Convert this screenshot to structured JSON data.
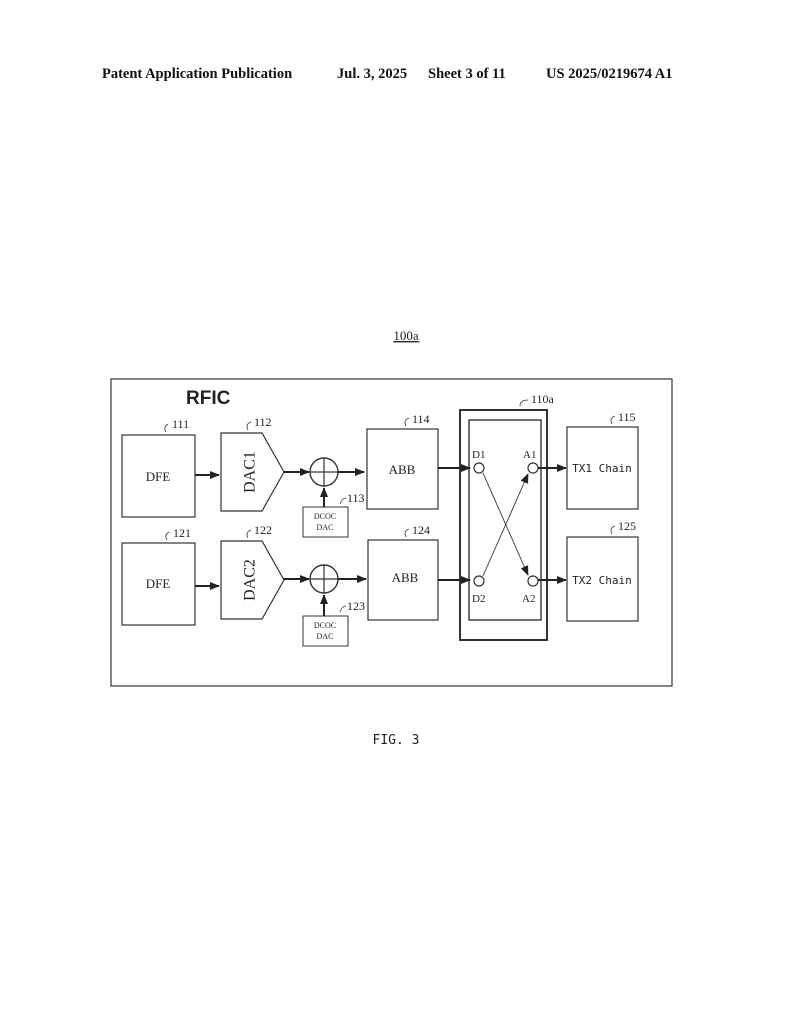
{
  "header": {
    "left": "Patent Application Publication",
    "date": "Jul. 3, 2025",
    "sheet": "Sheet 3 of 11",
    "number": "US 2025/0219674 A1"
  },
  "figure": {
    "ref": "100a",
    "caption": "FIG. 3",
    "chip_label": "RFIC",
    "blocks": {
      "dfe1": {
        "label": "DFE",
        "ref": "111"
      },
      "dac1": {
        "label": "DAC1",
        "ref": "112"
      },
      "dcoc1": {
        "line1": "DCOC",
        "line2": "DAC",
        "ref": "113"
      },
      "abb1": {
        "label": "ABB",
        "ref": "114"
      },
      "switch": {
        "ref": "110a",
        "d1": "D1",
        "d2": "D2",
        "a1": "A1",
        "a2": "A2"
      },
      "tx1": {
        "label": "TX1 Chain",
        "ref": "115"
      },
      "dfe2": {
        "label": "DFE",
        "ref": "121"
      },
      "dac2": {
        "label": "DAC2",
        "ref": "122"
      },
      "dcoc2": {
        "line1": "DCOC",
        "line2": "DAC",
        "ref": "123"
      },
      "abb2": {
        "label": "ABB",
        "ref": "124"
      },
      "tx2": {
        "label": "TX2 Chain",
        "ref": "125"
      }
    }
  }
}
